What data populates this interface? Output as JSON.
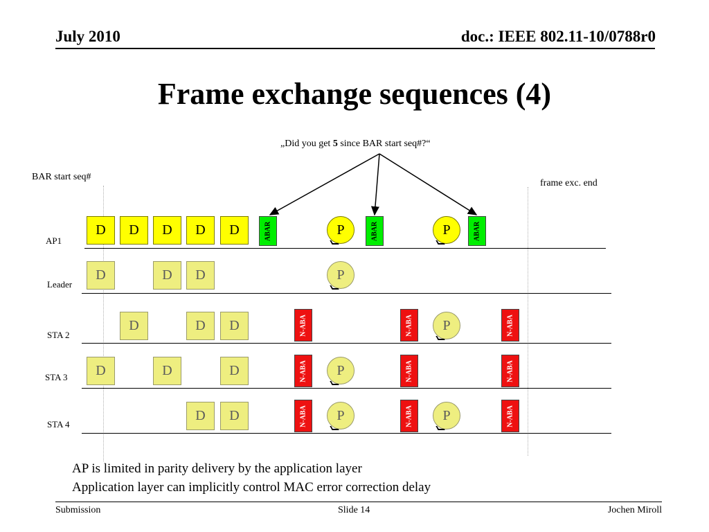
{
  "header": {
    "date": "July 2010",
    "doc": "doc.: IEEE 802.11-10/0788r0"
  },
  "title": "Frame exchange sequences (4)",
  "question": {
    "prefix": "„Did you get ",
    "bold": "5",
    "suffix": " since BAR start seq#?“"
  },
  "bar_start_label": "BAR start seq#",
  "frame_end_label": "frame exc. end",
  "rows": {
    "ap1": {
      "label": "AP1"
    },
    "leader": {
      "label": "Leader"
    },
    "sta2": {
      "label": "STA 2"
    },
    "sta3": {
      "label": "STA 3"
    },
    "sta4": {
      "label": "STA 4"
    }
  },
  "frames": {
    "data": "D",
    "parity": "P",
    "abar": "ABAR",
    "naba": "N-ABA"
  },
  "body": [
    "AP is limited in parity delivery by the application layer",
    "Application layer can implicitly control MAC error correction delay"
  ],
  "footer": {
    "left": "Submission",
    "center": "Slide 14",
    "right": "Jochen Miroll"
  }
}
